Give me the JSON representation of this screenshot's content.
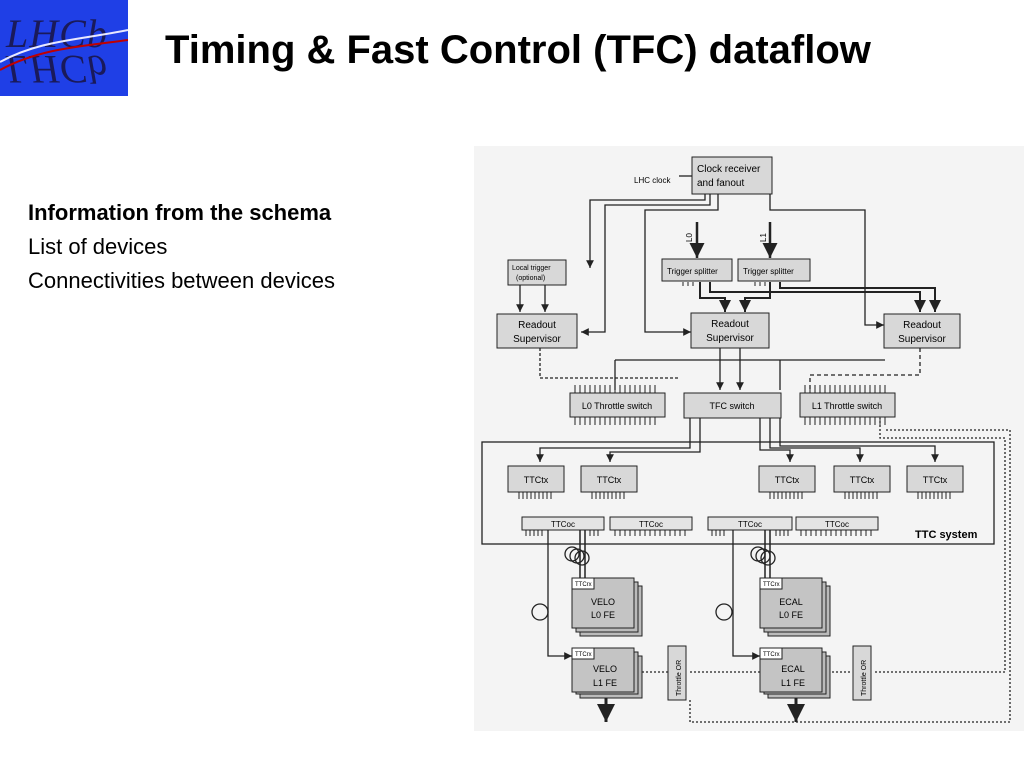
{
  "logo": {
    "text": "LHCb"
  },
  "title": "Timing & Fast Control (TFC) dataflow",
  "info": {
    "heading": "Information from the schema",
    "lines": [
      "List of devices",
      "Connectivities between devices"
    ]
  },
  "diagram": {
    "clock_receiver": [
      "Clock receiver",
      "and fanout"
    ],
    "lhc_clock": "LHC clock",
    "l0_signal": "L0",
    "l1_signal": "L1",
    "local_trigger": [
      "Local trigger",
      "(optional)"
    ],
    "trigger_splitter": "Trigger splitter",
    "readout_supervisor": [
      "Readout",
      "Supervisor"
    ],
    "l0_throttle_switch": "L0 Throttle switch",
    "tfc_switch": "TFC switch",
    "l1_throttle_switch": "L1 Throttle switch",
    "ttctx": "TTCtx",
    "ttcoc": "TTCoc",
    "ttc_system": "TTC system",
    "ttcrx": "TTCrx",
    "velo_l0": [
      "VELO",
      "L0 FE"
    ],
    "velo_l1": [
      "VELO",
      "L1 FE"
    ],
    "ecal_l0": [
      "ECAL",
      "L0 FE"
    ],
    "ecal_l1": [
      "ECAL",
      "L1 FE"
    ],
    "throttle_or": "Throttle OR"
  }
}
